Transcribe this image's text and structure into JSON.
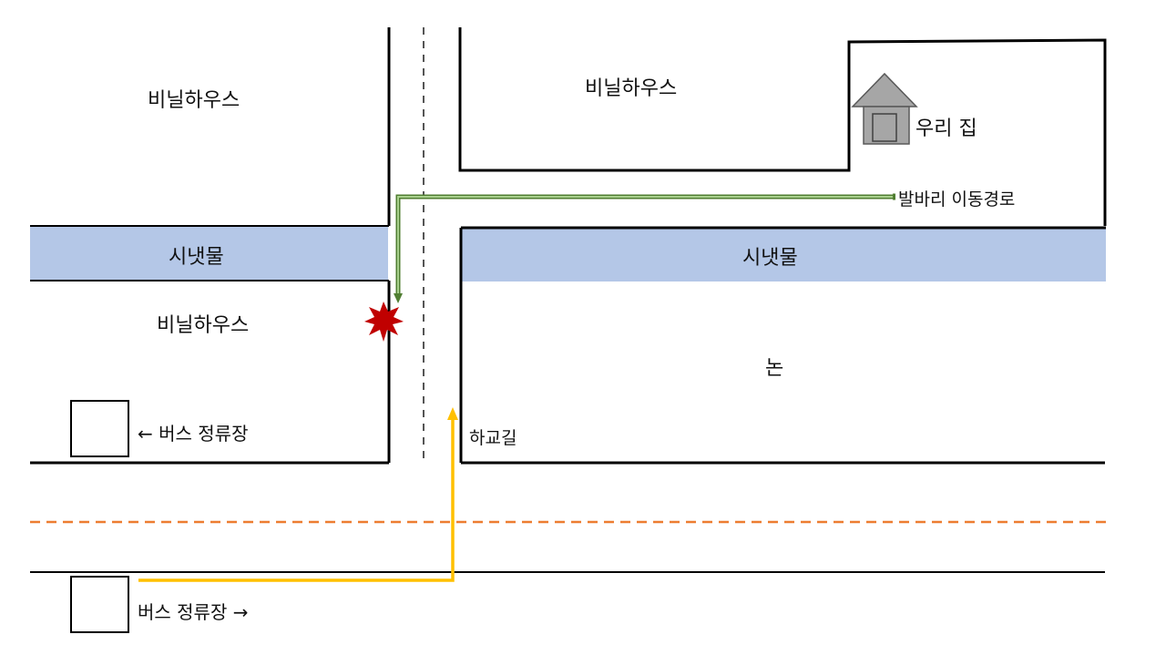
{
  "labels": {
    "greenhouse_top_left": "비닐하우스",
    "greenhouse_top_center": "비닐하우스",
    "greenhouse_mid_left": "비닐하우스",
    "my_house": "우리 집",
    "stream_left": "시냇물",
    "stream_right": "시냇물",
    "rice_field": "논",
    "school_road": "하교길",
    "bus_stop_upper": "← 버스 정류장",
    "bus_stop_lower": "버스 정류장 →",
    "route_label": "발바리 이동경로"
  },
  "colors": {
    "stream": "#b4c7e7",
    "route_green": "#507e32",
    "route_green_fill": "#a9d18e",
    "route_yellow": "#ffc000",
    "center_line_orange": "#ed7d31",
    "impact_star": "#c00000",
    "house": "#a6a6a6",
    "house_outline": "#595959"
  },
  "icons": {
    "house": "house-icon",
    "impact": "explosion-star-icon",
    "bus_stop": "bus-stop-square-icon"
  }
}
